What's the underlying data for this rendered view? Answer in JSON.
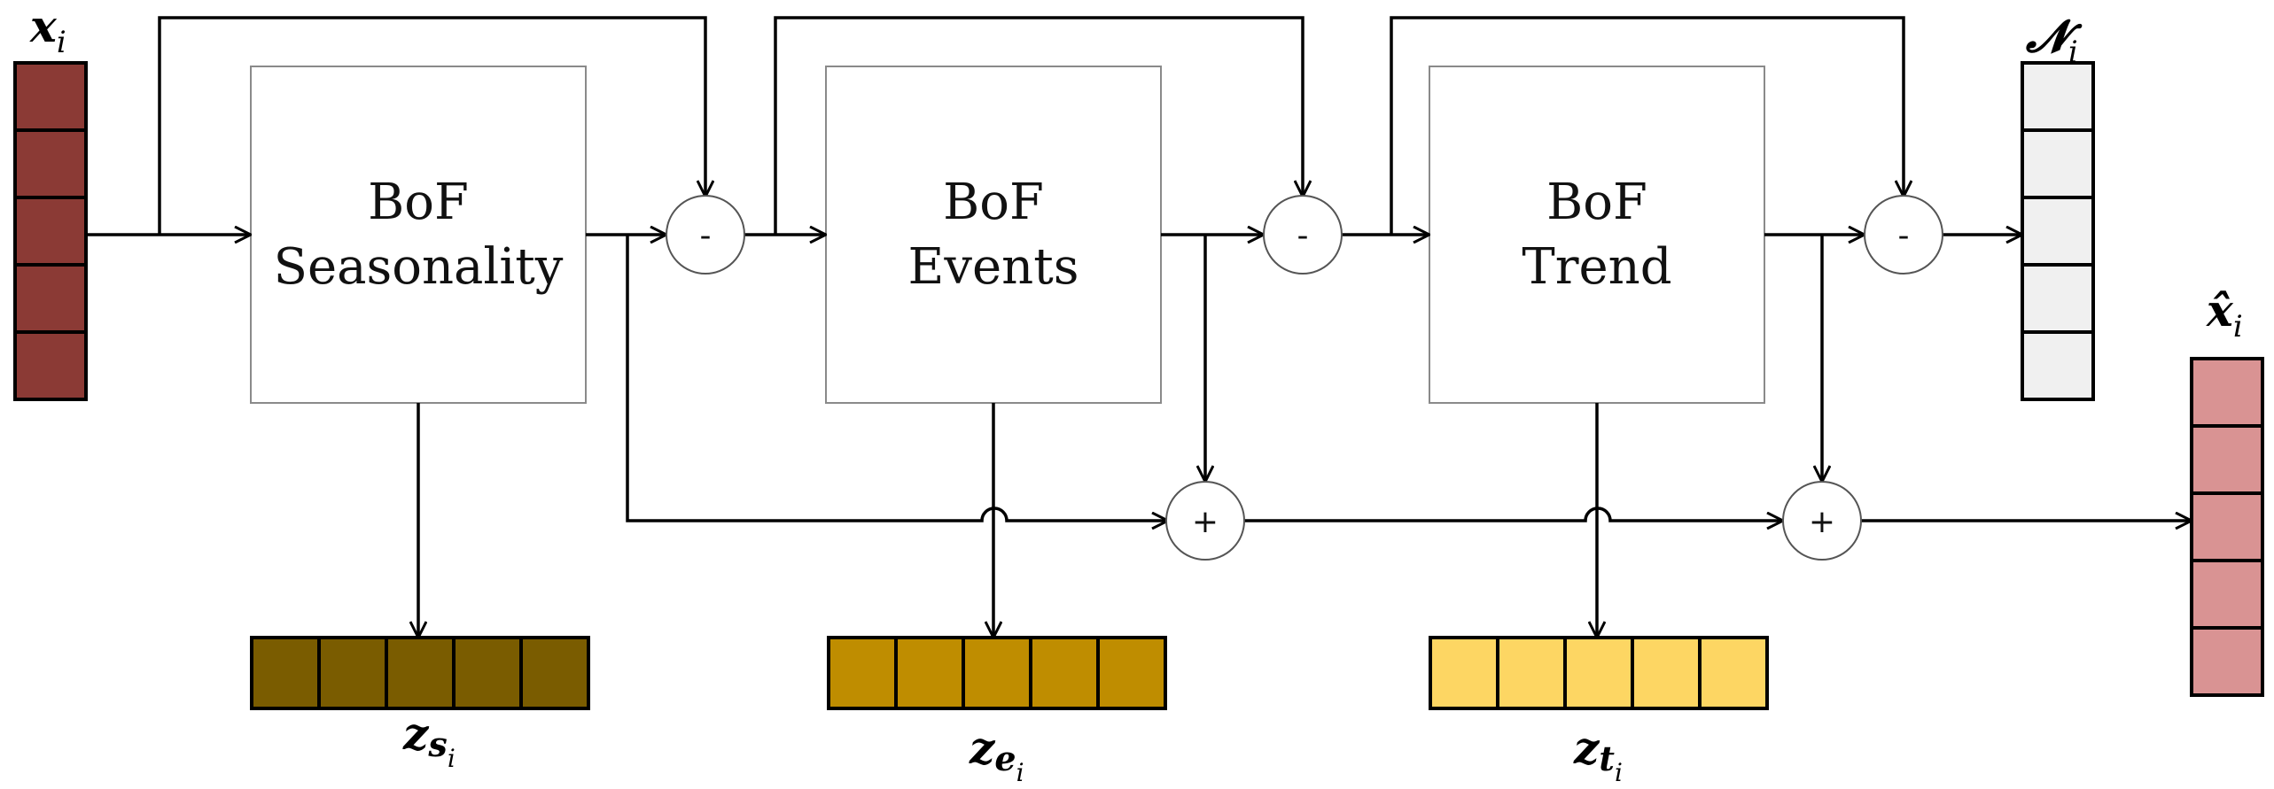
{
  "blocks": {
    "seasonality": {
      "line1": "BoF",
      "line2": "Seasonality"
    },
    "events": {
      "line1": "BoF",
      "line2": "Events"
    },
    "trend": {
      "line1": "BoF",
      "line2": "Trend"
    }
  },
  "operators": {
    "minus": "-",
    "plus": "+"
  },
  "variables": {
    "input": {
      "main": "x",
      "sub": "i"
    },
    "noise": {
      "main": "𝓝",
      "sub": "i"
    },
    "reconstruction": {
      "main": "x̂",
      "sub": "i"
    },
    "z_seasonality": {
      "main": "z",
      "sub": "s",
      "subsub": "i"
    },
    "z_events": {
      "main": "z",
      "sub": "e",
      "subsub": "i"
    },
    "z_trend": {
      "main": "z",
      "sub": "t",
      "subsub": "i"
    }
  },
  "colors": {
    "input": "#8b3a35",
    "noise": "#f0f0f0",
    "reconstruction": "#d99393",
    "z_seasonality": "#7a5c00",
    "z_events": "#bf8d00",
    "z_trend": "#fdd663"
  }
}
